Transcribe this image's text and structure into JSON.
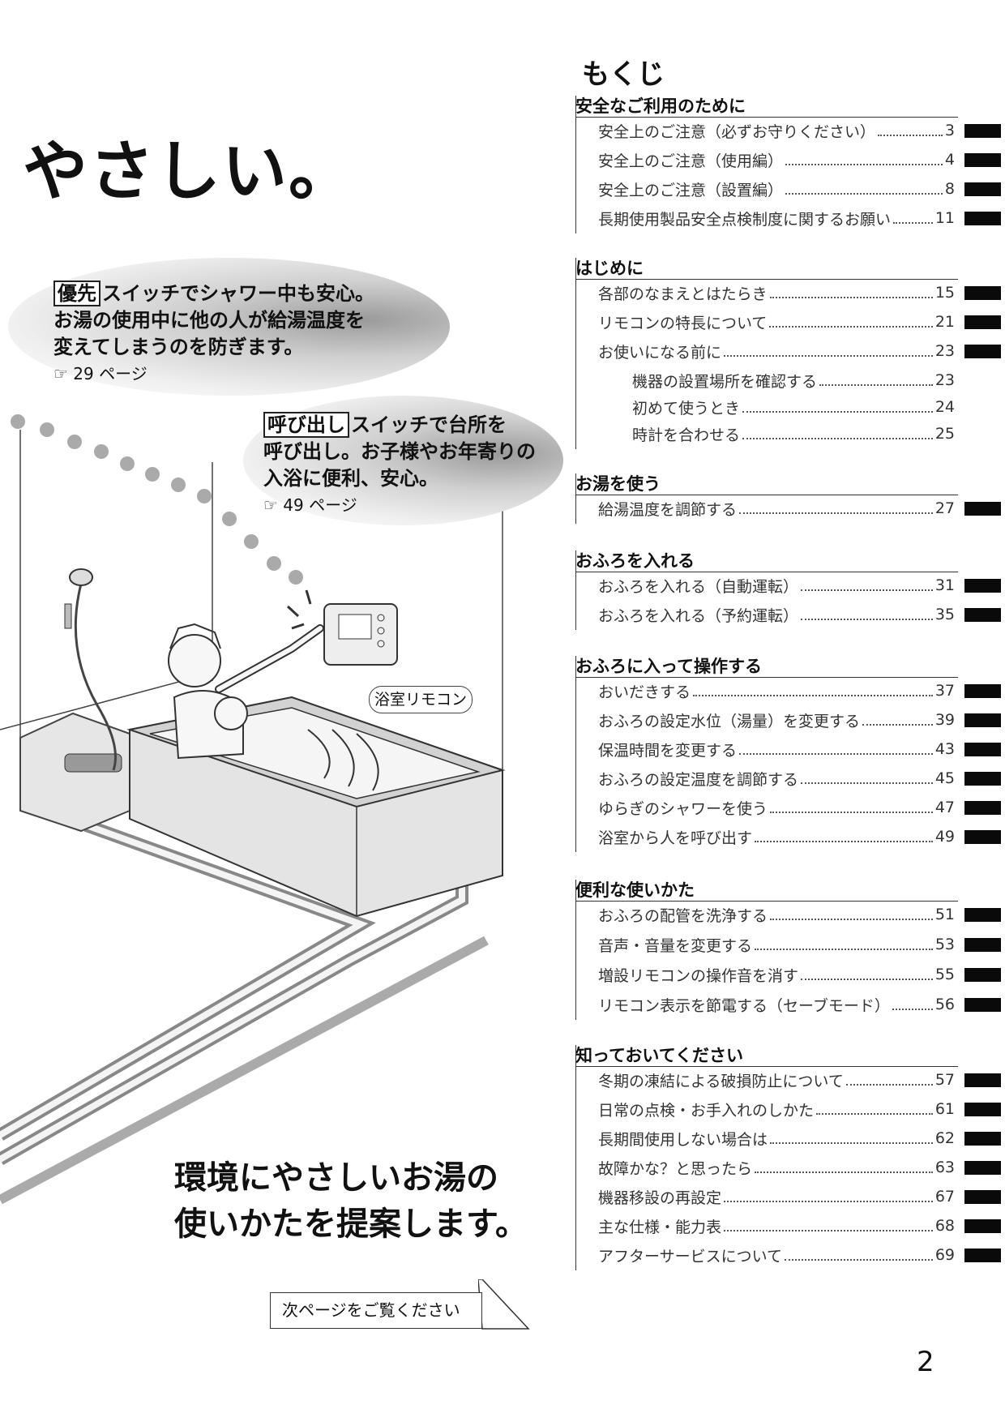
{
  "headline": "やさしい。",
  "callouts": [
    {
      "key": "優先",
      "line1": "スイッチでシャワー中も安心。",
      "line2": "お湯の使用中に他の人が給湯温度を",
      "line3": "変えてしまうのを防ぎます。",
      "ref": "☞ 29 ページ"
    },
    {
      "key": "呼び出し",
      "line1": "スイッチで台所を",
      "line2": "呼び出し。お子様やお年寄りの",
      "line3": "入浴に便利、安心。",
      "ref": "☞ 49 ページ"
    }
  ],
  "illustration": {
    "remote_label": "浴室リモコン"
  },
  "slogan": {
    "line1": "環境にやさしいお湯の",
    "line2": "使いかたを提案します。"
  },
  "next_page": "次ページをご覧ください",
  "page_number": "2",
  "toc": {
    "title": "もくじ",
    "sections": [
      {
        "heading": "安全なご利用のために",
        "entries": [
          {
            "label": "安全上のご注意（必ずお守りください）",
            "page": "3",
            "tab": true
          },
          {
            "label": "安全上のご注意（使用編）",
            "page": "4",
            "tab": true
          },
          {
            "label": "安全上のご注意（設置編）",
            "page": "8",
            "tab": true
          },
          {
            "label": "長期使用製品安全点検制度に関するお願い",
            "page": "11",
            "tab": true
          }
        ]
      },
      {
        "heading": "はじめに",
        "entries": [
          {
            "label": "各部のなまえとはたらき",
            "page": "15",
            "tab": true
          },
          {
            "label": "リモコンの特長について",
            "page": "21",
            "tab": true
          },
          {
            "label": "お使いになる前に",
            "page": "23",
            "tab": true
          },
          {
            "label": "機器の設置場所を確認する",
            "page": "23",
            "tab": false,
            "indent": true
          },
          {
            "label": "初めて使うとき",
            "page": "24",
            "tab": false,
            "indent": true
          },
          {
            "label": "時計を合わせる",
            "page": "25",
            "tab": false,
            "indent": true
          }
        ]
      },
      {
        "heading": "お湯を使う",
        "entries": [
          {
            "label": "給湯温度を調節する",
            "page": "27",
            "tab": true
          }
        ]
      },
      {
        "heading": "おふろを入れる",
        "entries": [
          {
            "label": "おふろを入れる（自動運転）",
            "page": "31",
            "tab": true
          },
          {
            "label": "おふろを入れる（予約運転）",
            "page": "35",
            "tab": true
          }
        ]
      },
      {
        "heading": "おふろに入って操作する",
        "entries": [
          {
            "label": "おいだきする",
            "page": "37",
            "tab": true
          },
          {
            "label": "おふろの設定水位（湯量）を変更する",
            "page": "39",
            "tab": true
          },
          {
            "label": "保温時間を変更する",
            "page": "43",
            "tab": true
          },
          {
            "label": "おふろの設定温度を調節する",
            "page": "45",
            "tab": true
          },
          {
            "label": "ゆらぎのシャワーを使う",
            "page": "47",
            "tab": true
          },
          {
            "label": "浴室から人を呼び出す",
            "page": "49",
            "tab": true
          }
        ]
      },
      {
        "heading": "便利な使いかた",
        "entries": [
          {
            "label": "おふろの配管を洗浄する",
            "page": "51",
            "tab": true
          },
          {
            "label": "音声・音量を変更する",
            "page": "53",
            "tab": true
          },
          {
            "label": "増設リモコンの操作音を消す",
            "page": "55",
            "tab": true
          },
          {
            "label": "リモコン表示を節電する（セーブモード）",
            "page": "56",
            "tab": true
          }
        ]
      },
      {
        "heading": "知っておいてください",
        "entries": [
          {
            "label": "冬期の凍結による破損防止について",
            "page": "57",
            "tab": true
          },
          {
            "label": "日常の点検・お手入れのしかた",
            "page": "61",
            "tab": true
          },
          {
            "label": "長期間使用しない場合は",
            "page": "62",
            "tab": true
          },
          {
            "label": "故障かな？と思ったら",
            "page": "63",
            "tab": true
          },
          {
            "label": "機器移設の再設定",
            "page": "67",
            "tab": true
          },
          {
            "label": "主な仕様・能力表",
            "page": "68",
            "tab": true
          },
          {
            "label": "アフターサービスについて",
            "page": "69",
            "tab": true
          }
        ]
      }
    ]
  }
}
